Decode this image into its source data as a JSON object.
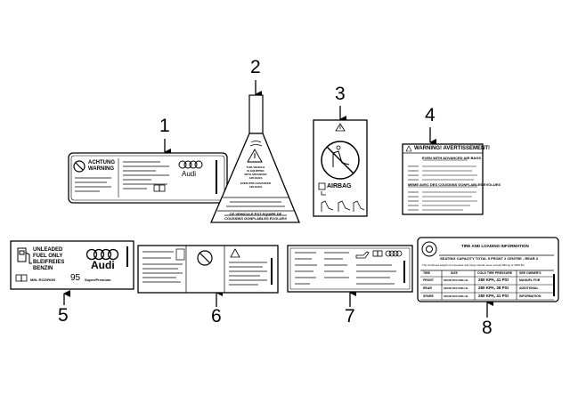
{
  "callouts": [
    "1",
    "2",
    "3",
    "4",
    "5",
    "6",
    "7",
    "8"
  ],
  "label1": {
    "title1": "ACHTUNG",
    "title2": "WARNING",
    "brand": "Audi"
  },
  "label2": {
    "text1": "THIS VEHICLE",
    "text2": "IS EQUIPPED",
    "text3": "WITH ADVANCED",
    "text4": "AIR BAGS",
    "text5": "EVEN WITH ADVANCED",
    "text6": "AIR BAGS",
    "bottom1": "CE VEHICULE EST EQUIPE DE",
    "bottom2": "COUSSINS GONFLABLES EVOLUES"
  },
  "label3": {
    "airbag": "AIRBAG"
  },
  "label4": {
    "title": "WARNING! AVERTISSEMENT!",
    "sub1": "EVEN WITH ADVANCED AIR BAGS",
    "sub2": "MEME AVEC DES COUSSINS GONFLABLES EVOLUES"
  },
  "label5": {
    "line1": "UNLEADED",
    "line2": "FUEL ONLY",
    "line3": "BLEIFREIES",
    "line4": "BENZIN",
    "brand": "Audi",
    "octane_label": "MIN. ROZ/RON",
    "octane": "95",
    "grade": "Super/Premium"
  },
  "label8": {
    "title": "TIRE AND LOADING INFORMATION",
    "capacity": "SEATING CAPACITY TOTAL 5  FRONT 2  CENTRE - REAR 3",
    "combined": "The combined weight of occupants and cargo should never exceed 000 kg or 0000 lbs.",
    "headers": [
      "TIRE",
      "SIZE",
      "COLD TIRE PRESSURE",
      "SEE OWNER'S"
    ],
    "rows": [
      {
        "tire": "FRONT",
        "size": "000/00 R00 000H XL",
        "pressure": "280 KPA, 41 PSI",
        "note": "MANUEL FOR"
      },
      {
        "tire": "REAR",
        "size": "000/00 R00 000H XL",
        "pressure": "280 KPA, 38 PSI",
        "note": "ADDITIONAL"
      },
      {
        "tire": "SPARE",
        "size": "000/00 R00 000H XL",
        "pressure": "280 KPA, 41 PSI",
        "note": "INFORMATION"
      }
    ]
  }
}
